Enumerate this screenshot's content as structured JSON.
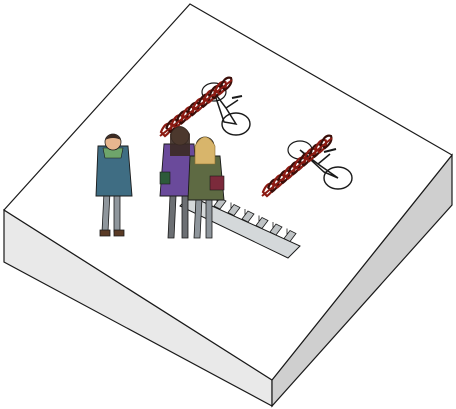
{
  "scene": {
    "kind": "isometric-plaza-illustration",
    "colors": {
      "top_face": "#ffffff",
      "left_face": "#e9e9e9",
      "right_face": "#cfcfcf",
      "outline": "#1a1a1a",
      "rack_red": "#8b1a12",
      "rack_dark": "#3a0d08",
      "bike_frame": "#ffffff",
      "stand_steel": "#bfc3c5",
      "coat_teal": "#3f6d83",
      "coat_purple": "#6a4a9b",
      "coat_olive": "#5e6a43",
      "skin": "#e7b68f",
      "hair_blonde": "#d8b56b",
      "hair_dark": "#3b2a22",
      "jeans": "#8f969c",
      "scarf_green": "#6ea56b",
      "bag_maroon": "#7b2a3b"
    },
    "objects": {
      "platform": "square-block",
      "bike_racks": [
        "rack-1",
        "rack-2"
      ],
      "bike_stand": "stand",
      "people": [
        "person-1",
        "person-2",
        "person-3"
      ]
    }
  }
}
